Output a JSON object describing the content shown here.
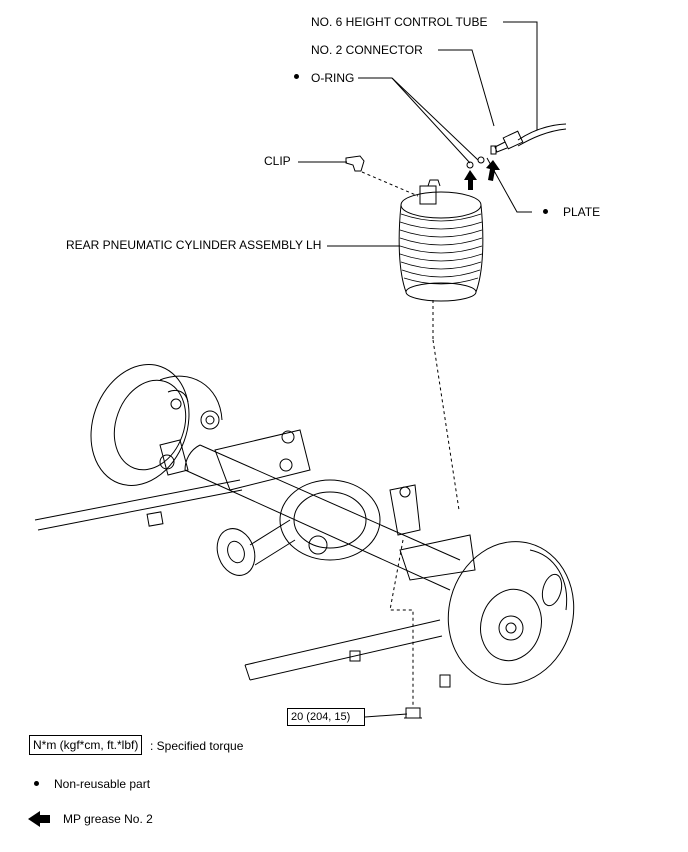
{
  "callouts": {
    "height_control_tube": "NO. 6 HEIGHT CONTROL TUBE",
    "connector": "NO. 2 CONNECTOR",
    "o_ring": "O-RING",
    "clip": "CLIP",
    "plate": "PLATE",
    "cylinder": "REAR PNEUMATIC CYLINDER ASSEMBLY LH"
  },
  "torque": {
    "value": "20 (204, 15)"
  },
  "legend": {
    "torque_box": "N*m (kgf*cm, ft.*lbf)",
    "torque_desc": ": Specified torque",
    "non_reusable": "Non-reusable part",
    "grease": "MP grease No. 2"
  },
  "icons": [
    "non-reusable-dot-icon",
    "grease-arrow-icon"
  ]
}
